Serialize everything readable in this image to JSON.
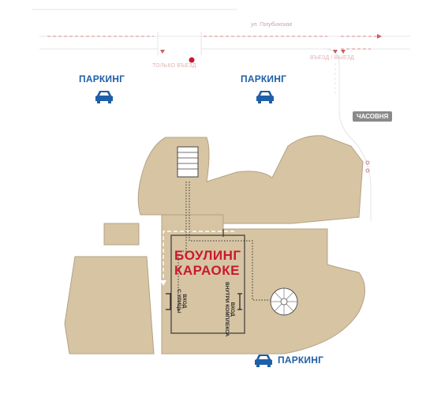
{
  "street": {
    "name": "ул. Голубинская"
  },
  "gates": {
    "left": "ТОЛЬКО ВЪЕЗД",
    "right": "ВЪЕЗД / ВЫЕЗД"
  },
  "parking": {
    "top_left": "ПАРКИНГ",
    "top_center": "ПАРКИНГ",
    "bottom": "ПАРКИНГ"
  },
  "landmarks": {
    "chapel": "ЧАСОВНЯ"
  },
  "venue": {
    "line1": "БОУЛИНГ",
    "line2": "КАРАОКЕ"
  },
  "entrances": {
    "street": {
      "line1": "ВХОД",
      "line2": "С УЛИЦЫ"
    },
    "inside": {
      "line1": "ВХОД",
      "line2": "ВНУТРИ КОМПЛЕКСА"
    }
  },
  "icons": [
    "car-icon",
    "location-pin-icon",
    "stairs-icon",
    "spiral-stairs-icon",
    "arrow-right-icon",
    "arrow-down-icon"
  ],
  "colors": {
    "building": "#d7c4a3",
    "building_stroke": "#b5a286",
    "parking": "#1f5fa8",
    "venue": "#c8192e",
    "road": "#e2e2e2",
    "arrow": "#c96060",
    "chapel": "#8a8a8a"
  }
}
